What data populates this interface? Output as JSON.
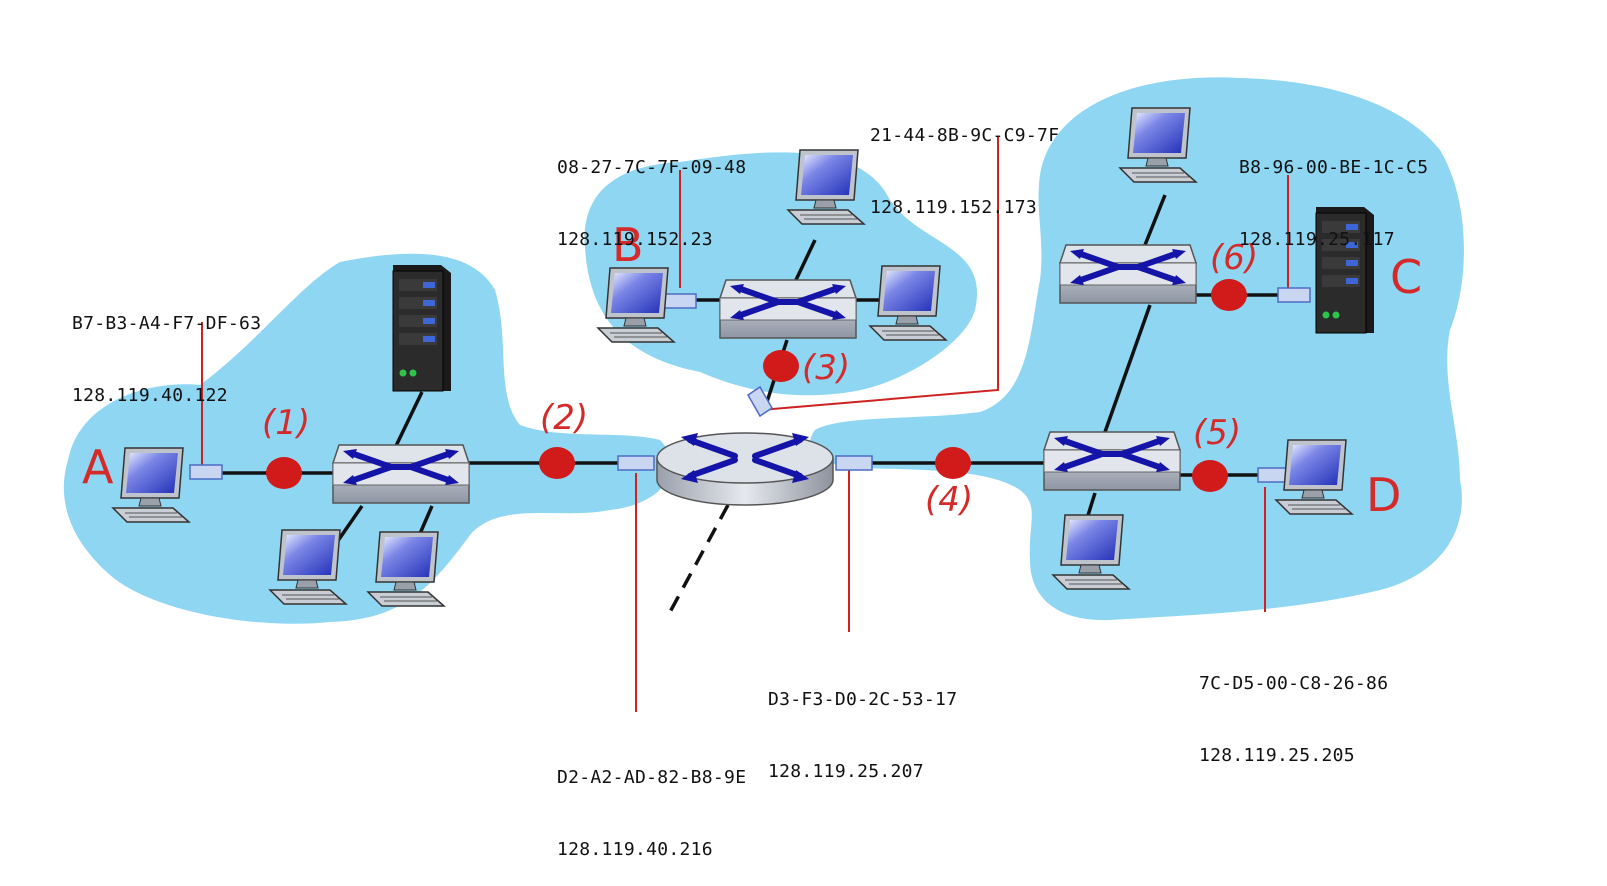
{
  "colors": {
    "subnet_fill": "#8fd6f3",
    "link": "#111111",
    "callout": "#cc2222",
    "dot": "#d11a1a",
    "host_label": "#d42a2a",
    "switch_top": "#dfe3ea",
    "switch_arrow": "#1414a8",
    "monitor_screen": "#3b46c9",
    "port": "#8aa4dd"
  },
  "hosts": {
    "a": "A",
    "b": "B",
    "c": "C",
    "d": "D"
  },
  "points": {
    "p1": "(1)",
    "p2": "(2)",
    "p3": "(3)",
    "p4": "(4)",
    "p5": "(5)",
    "p6": "(6)"
  },
  "interfaces": {
    "host_a": {
      "mac": "B7-B3-A4-F7-DF-63",
      "ip": "128.119.40.122"
    },
    "host_b": {
      "mac": "08-27-7C-7F-09-48",
      "ip": "128.119.152.23"
    },
    "router_b_side": {
      "mac": "21-44-8B-9C-C9-7F",
      "ip": "128.119.152.173"
    },
    "host_c": {
      "mac": "B8-96-00-BE-1C-C5",
      "ip": "128.119.25.117"
    },
    "router_a_side": {
      "mac": "D2-A2-AD-82-B8-9E",
      "ip": "128.119.40.216"
    },
    "router_cd_side": {
      "mac": "D3-F3-D0-2C-53-17",
      "ip": "128.119.25.207"
    },
    "host_d": {
      "mac": "7C-D5-00-C8-26-86",
      "ip": "128.119.25.205"
    }
  },
  "icons": {
    "switch": "ethernet-switch-icon",
    "router": "router-icon",
    "computer": "desktop-computer-icon",
    "server": "server-tower-icon"
  }
}
